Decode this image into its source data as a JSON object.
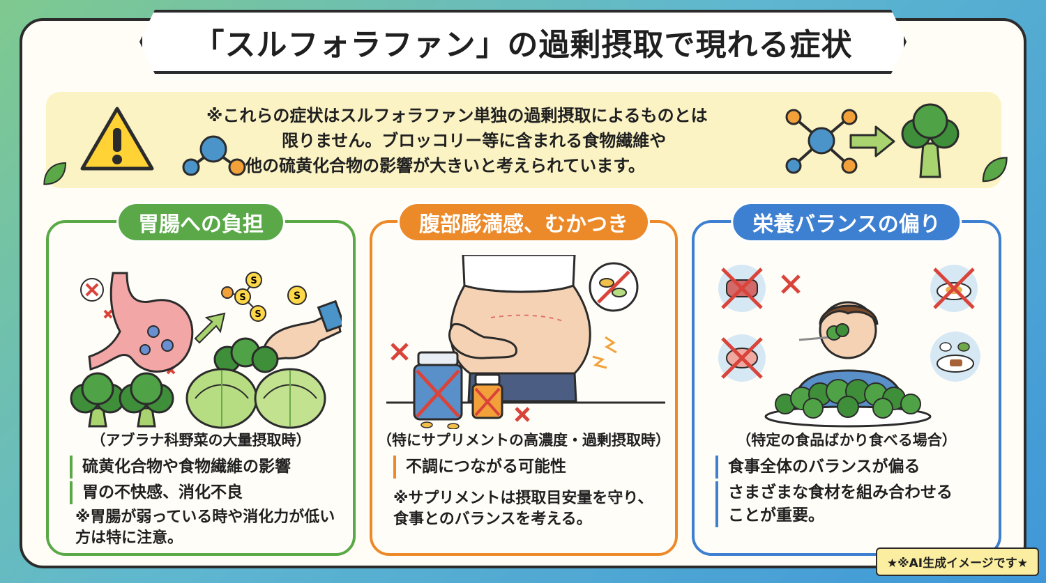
{
  "title": "「スルフォラファン」の過剰摂取で現れる症状",
  "note": {
    "line1": "※これらの症状はスルフォラファン単独の過剰摂取によるものとは",
    "line2": "限りません。ブロッコリー等に含まれる食物繊維や",
    "line3": "他の硫黄化合物の影響が大きいと考えられています。"
  },
  "panels": [
    {
      "title": "胃腸への負担",
      "subtitle": "（アブラナ科野菜の大量摂取時）",
      "points": [
        "硫黄化合物や食物繊維の影響",
        "胃の不快感、消化不良"
      ],
      "note": "※胃腸が弱っている時や消化力が低い方は特に注意。",
      "illus_letters": [
        "S",
        "S",
        "S",
        "S"
      ]
    },
    {
      "title": "腹部膨満感、むかつき",
      "subtitle": "（特にサプリメントの高濃度・過剰摂取時）",
      "points": [
        "不調につながる可能性"
      ],
      "note": "※サプリメントは摂取目安量を守り、食事とのバランスを考える。"
    },
    {
      "title": "栄養バランスの偏り",
      "subtitle": "（特定の食品ばかり食べる場合）",
      "points": [
        "食事全体のバランスが偏る",
        "さまざまな食材を組み合わせることが重要。"
      ]
    }
  ],
  "badge": "★※AI生成イメージです★",
  "colors": {
    "green": "#5aa847",
    "orange": "#ec8a2a",
    "blue": "#3d7fd0",
    "note_bg": "#fbf3c4"
  },
  "icons": [
    "sparkle-icon",
    "warning-icon",
    "molecule-icon",
    "arrow-right-icon",
    "broccoli-icon",
    "leaf-icon",
    "stomach-icon",
    "hand-icon",
    "cabbage-icon",
    "pill-bottle-icon",
    "pills-icon",
    "person-eating-icon",
    "plate-icon",
    "cross-icon"
  ]
}
